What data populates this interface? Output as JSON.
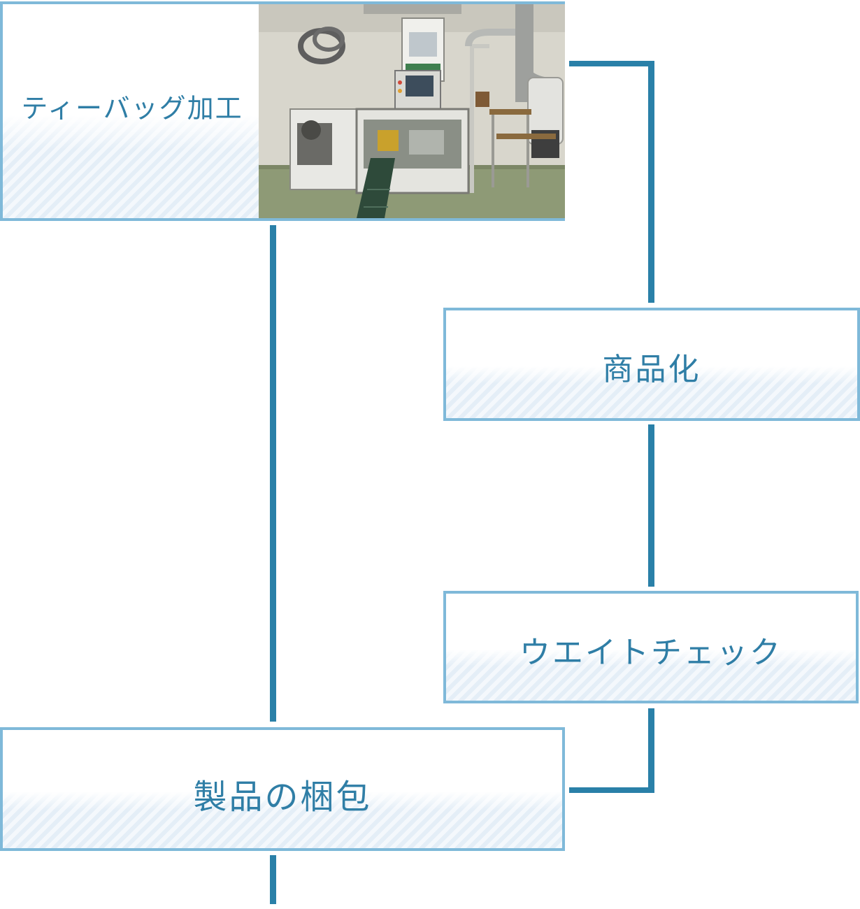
{
  "steps": [
    {
      "id": "teabag",
      "label": "ティーバッグ加工"
    },
    {
      "id": "product",
      "label": "商品化"
    },
    {
      "id": "weight",
      "label": "ウエイトチェック"
    },
    {
      "id": "pack",
      "label": "製品の梱包"
    }
  ],
  "colors": {
    "connector": "#2a80a8",
    "box_border": "#7fb9d9",
    "label_text": "#2f7ea6"
  }
}
